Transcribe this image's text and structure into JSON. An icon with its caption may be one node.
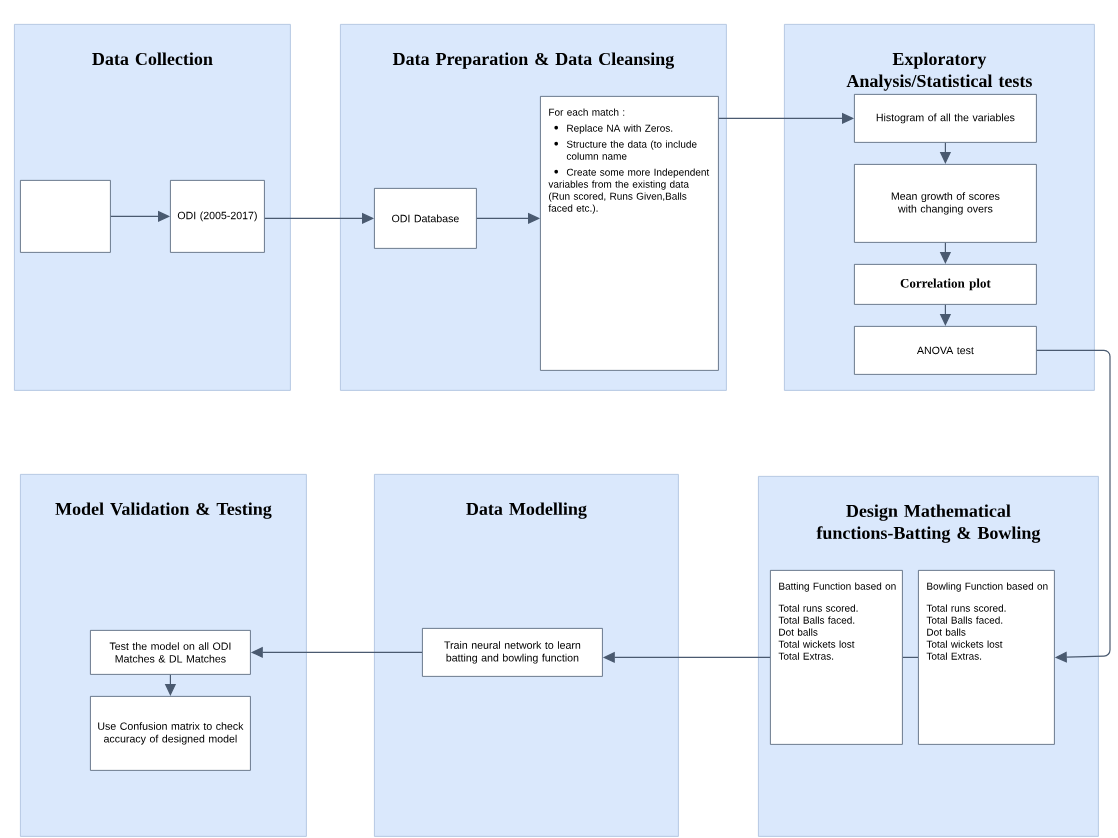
{
  "diagram": {
    "nodes": [
      {
        "text": [
          "Data Collection"
        ]
      },
      {
        "text": [],
        "shape": "box",
        "in": 0
      },
      {
        "text": [
          "ODI (2005-2017)"
        ],
        "in": 0
      },
      {
        "text": [
          "Data Preparation & Data Cleansing"
        ]
      },
      {
        "text": [
          "ODI Database"
        ],
        "in": 3
      },
      {
        "text": [
          "For each match :",
          "Replace NA with Zeros.",
          "Structure the data (to include column name",
          "Create some more Independent variables from the existing data (Run scored, Runs Given,Balls faced etc.)."
        ],
        "in": 3
      },
      {
        "text": [
          "Exploratory Analysis/Statistical tests"
        ]
      },
      {
        "text": [
          "Histogram of all the variables"
        ],
        "in": 6
      },
      {
        "text": [
          "Mean growth of scores with changing overs"
        ],
        "in": 6
      },
      {
        "text": [
          "Correlation plot"
        ],
        "in": 6
      },
      {
        "text": [
          "ANOVA test"
        ],
        "in": 6
      },
      {
        "text": [
          "Model Validation & Testing"
        ]
      },
      {
        "text": [
          "Test the model on all ODI Matches & DL Matches"
        ],
        "in": 11
      },
      {
        "text": [
          "Use Confusion matrix to check accuracy of designed model"
        ],
        "in": 11
      },
      {
        "text": [
          "Data Modelling"
        ]
      },
      {
        "text": [
          "Train neural network to learn batting and bowling function"
        ],
        "in": 14
      },
      {
        "text": [
          "Design Mathematical functions-Batting & Bowling"
        ]
      },
      {
        "text": [
          "Batting Function based on",
          "Total runs scored.",
          "Total Balls faced.",
          "Dot balls",
          "Total wickets lost",
          "Total Extras."
        ],
        "in": 16
      },
      {
        "text": [
          "Bowling Function based on",
          "Total runs scored.",
          "Total Balls faced.",
          "Dot balls",
          "Total wickets lost",
          "Total Extras."
        ],
        "in": 16
      }
    ],
    "edges": [
      {
        "from": 1,
        "to": 2,
        "arrow": "to"
      },
      {
        "from": 2,
        "to": 4,
        "arrow": "to"
      },
      {
        "from": 4,
        "to": 5,
        "arrow": "to"
      },
      {
        "from": 5,
        "to": 7,
        "arrow": "to"
      },
      {
        "from": 7,
        "to": 8,
        "arrow": "to"
      },
      {
        "from": 8,
        "to": 9,
        "arrow": "to"
      },
      {
        "from": 9,
        "to": 10,
        "arrow": "to"
      },
      {
        "from": 10,
        "to": 18,
        "arrow": "to"
      },
      {
        "from": 18,
        "to": 17,
        "arrow": "none"
      },
      {
        "from": 17,
        "to": 15,
        "arrow": "to"
      },
      {
        "from": 15,
        "to": 12,
        "arrow": "to"
      },
      {
        "from": 12,
        "to": 13,
        "arrow": "to"
      }
    ]
  }
}
